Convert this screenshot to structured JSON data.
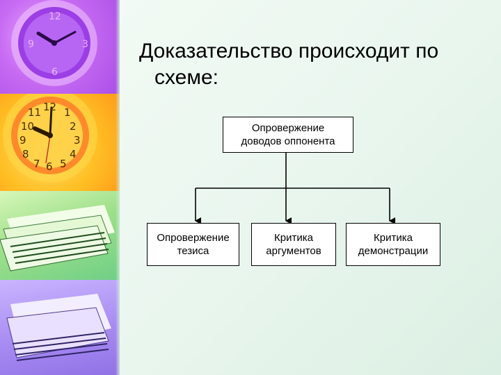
{
  "slide": {
    "title": "Доказательство происходит по схеме:"
  },
  "diagram": {
    "root": "Опровержение\nдоводов оппонента",
    "children": [
      "Опровержение\nтезиса",
      "Критика\nаргументов",
      "Критика\nдемонстрации"
    ]
  },
  "decor": {
    "panels": [
      "clock-purple",
      "clock-yellow",
      "papers-green",
      "papers-violet"
    ]
  }
}
